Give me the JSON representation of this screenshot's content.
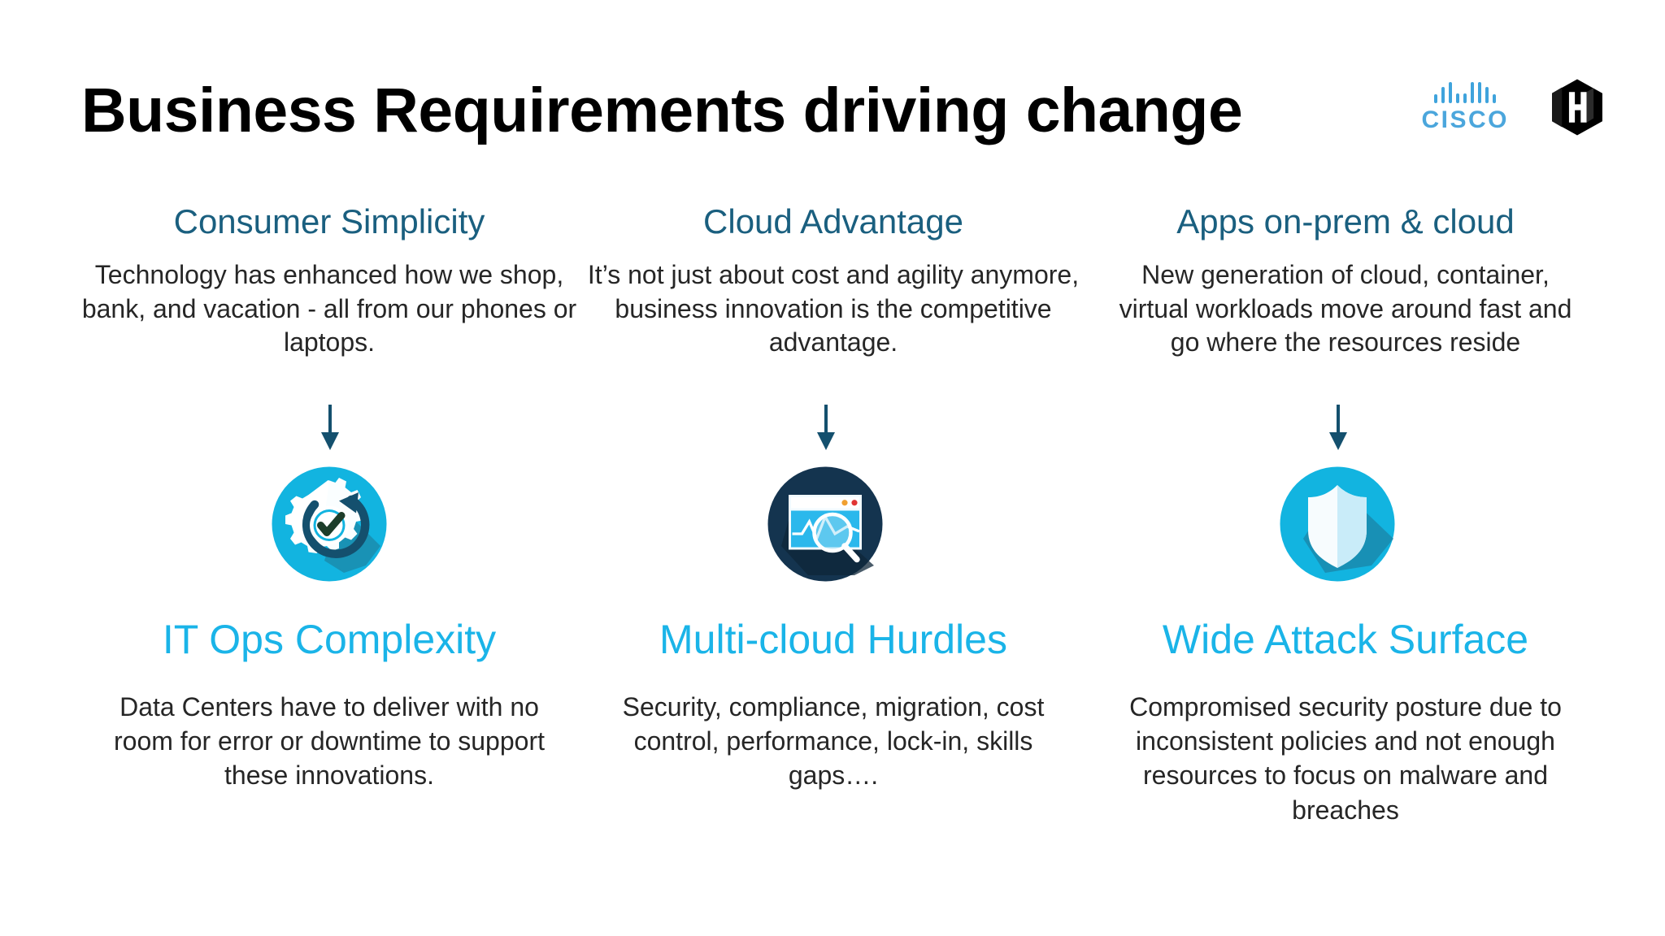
{
  "slide": {
    "title": "Business Requirements driving change",
    "background_color": "#ffffff",
    "heading_color": "#1a5f7f",
    "accent_color": "#1ab4e8",
    "body_color": "#262626"
  },
  "logos": [
    {
      "name": "cisco-logo",
      "wordmark": "CISCO",
      "color": "#4ba6dc"
    },
    {
      "name": "hashicorp-logo",
      "wordmark": "",
      "color": "#000000"
    }
  ],
  "columns": [
    {
      "heading": "Consumer Simplicity",
      "body": "Technology has enhanced how we shop, bank, and vacation - all from our phones or laptops.",
      "arrow": "down-arrow-icon",
      "icon": "gear-refresh-check-icon",
      "outcome_heading": "IT Ops Complexity",
      "outcome_body": "Data Centers have to deliver with no room for error or downtime to support these innovations."
    },
    {
      "heading": "Cloud Advantage",
      "body": "It’s not just about cost and agility anymore, business innovation is the competitive advantage.",
      "arrow": "down-arrow-icon",
      "icon": "browser-analytics-search-icon",
      "outcome_heading": "Multi-cloud Hurdles",
      "outcome_body": "Security, compliance, migration, cost control, performance, lock-in, skills gaps…."
    },
    {
      "heading": "Apps on-prem & cloud",
      "body": "New generation of cloud, container, virtual workloads move around fast and go where the resources reside",
      "arrow": "down-arrow-icon",
      "icon": "shield-security-icon",
      "outcome_heading": "Wide Attack Surface",
      "outcome_body": "Compromised security posture due to inconsistent policies and not enough resources to focus on malware and breaches"
    }
  ]
}
